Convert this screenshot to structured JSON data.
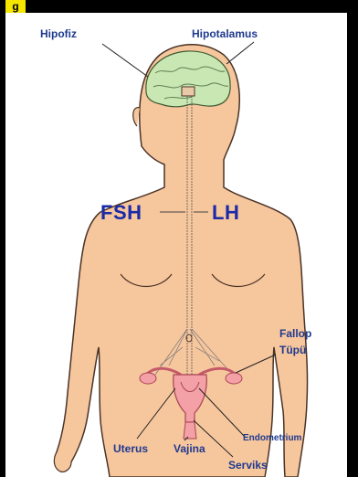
{
  "corner_mark": "g",
  "labels": {
    "pituitary": "Hipofiz",
    "hypothalamus": "Hipotalamus",
    "fsh": "FSH",
    "lh": "LH",
    "fallopian_line1": "Fallop",
    "fallopian_line2": "Tüpü",
    "uterus": "Uterus",
    "vagina": "Vajina",
    "endometrium": "Endometrium",
    "cervix": "Serviks"
  },
  "colors": {
    "skin": "#f6c69d",
    "skin_outline": "#4a3326",
    "brain": "#c8e7b2",
    "organ": "#f3a0a6",
    "label_blue": "#1f3a8f",
    "hormone_blue": "#1a2aa8",
    "corner_yellow": "#f5e600"
  }
}
